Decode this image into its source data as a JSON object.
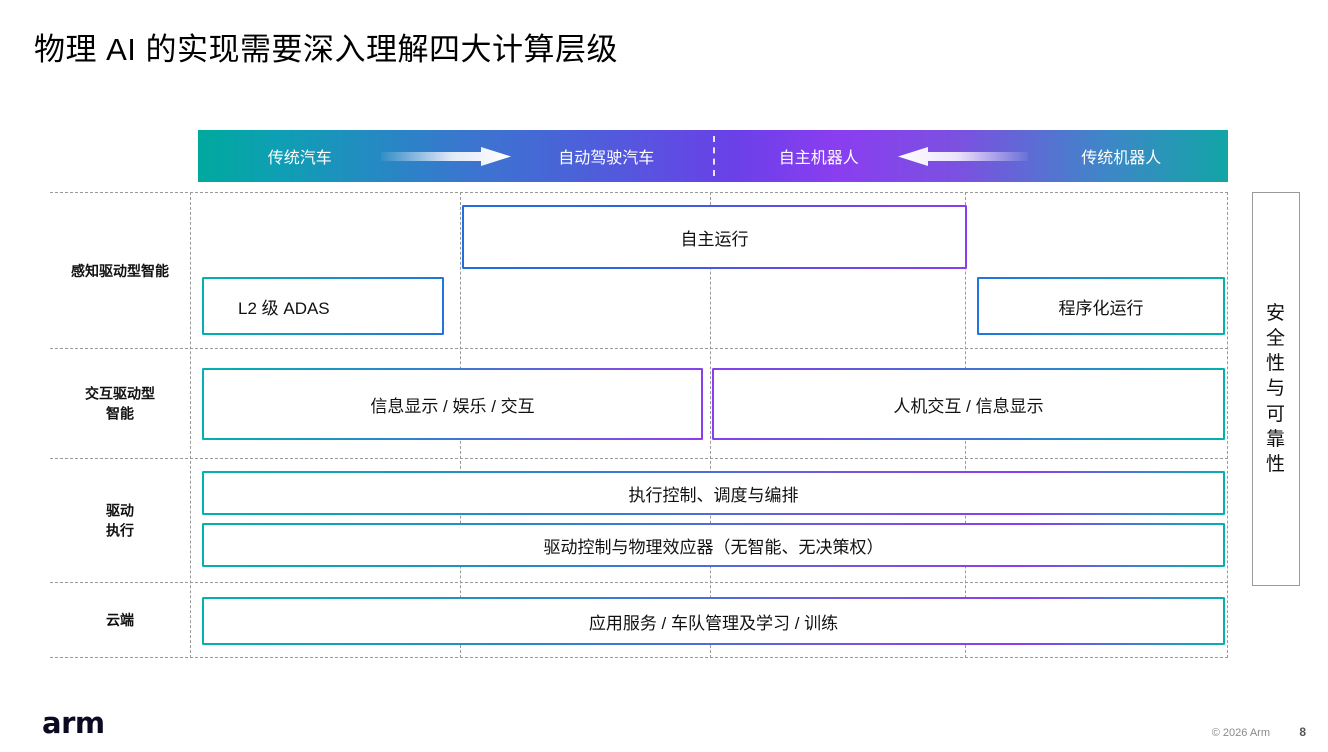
{
  "slide": {
    "title": "物理 AI 的实现需要深入理解四大计算层级",
    "page_number": "8",
    "copyright": "© 2026 Arm",
    "logo": "arm"
  },
  "colors": {
    "teal": "#00a99d",
    "blue": "#2b6fd8",
    "purple": "#7b3fe4",
    "grid_dashed": "#9a9a9a",
    "panel_border": "#9a9a9a",
    "logo_navy": "#0b0a23"
  },
  "spectrum_bar": {
    "gradient": [
      "#00a99d",
      "#3a76cf",
      "#6a40e8",
      "#8a3ef0",
      "#3f86c8",
      "#12a5a6"
    ],
    "labels": [
      {
        "text": "传统汽车"
      },
      {
        "text": "自动驾驶汽车"
      },
      {
        "text": "自主机器人"
      },
      {
        "text": "传统机器人"
      }
    ],
    "arrows": [
      {
        "name": "arrow-right-icon",
        "direction": "right"
      },
      {
        "name": "arrow-left-icon",
        "direction": "left"
      }
    ],
    "divider": "dashed-vertical-divider"
  },
  "matrix": {
    "row_labels": [
      "感知驱动型智能",
      "交互驱动型\n智能",
      "驱动\n执行",
      "云端"
    ],
    "boxes": [
      {
        "id": "autonomous-operation",
        "text": "自主运行",
        "row": 0,
        "align": "center"
      },
      {
        "id": "l2-adas",
        "text": "L2 级 ADAS",
        "row": 0,
        "align": "left"
      },
      {
        "id": "programmed-operation",
        "text": "程序化运行",
        "row": 0,
        "align": "center"
      },
      {
        "id": "infotainment",
        "text": "信息显示 / 娱乐 / 交互",
        "row": 1,
        "align": "center"
      },
      {
        "id": "hmi-info-display",
        "text": "人机交互 / 信息显示",
        "row": 1,
        "align": "center"
      },
      {
        "id": "exec-control",
        "text": "执行控制、调度与编排",
        "row": 2,
        "align": "center"
      },
      {
        "id": "actuation-physical",
        "text": "驱动控制与物理效应器（无智能、无决策权）",
        "row": 2,
        "align": "center"
      },
      {
        "id": "cloud-services",
        "text": "应用服务 / 车队管理及学习 / 训练",
        "row": 3,
        "align": "center"
      }
    ]
  },
  "safety_panel": {
    "text": "安全性与可靠性"
  }
}
